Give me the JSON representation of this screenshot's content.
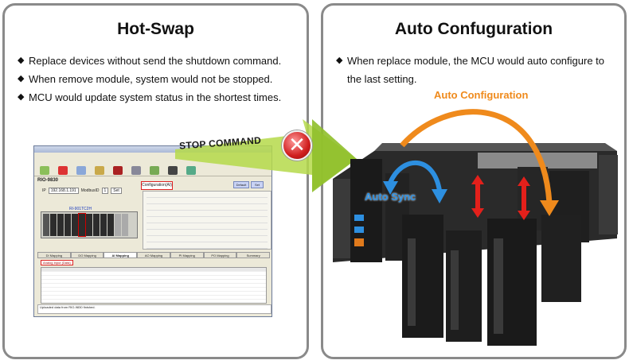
{
  "hotswap": {
    "title": "Hot-Swap",
    "bullets": [
      "Replace devices without send the shutdown command.",
      "When remove module, system would not be stopped.",
      "MCU would update system status in the shortest times."
    ]
  },
  "autoconfig": {
    "title": "Auto Confuguration",
    "bullets": [
      "When replace module, the MCU would auto configure to the last setting."
    ],
    "arc_label": "Auto Configuration",
    "sync_label": "Auto Sync"
  },
  "stop_command": "STOP COMMAND",
  "software": {
    "device": "RIO-9830",
    "ip_label": "IP",
    "ip_value": "192.168.1.191",
    "modbus_label": "ModbusID",
    "modbus_value": "1",
    "set_label": "Set",
    "module_label": "RI-901TC2H",
    "config_tab": "Configuration(AI)",
    "default_btn": "Default",
    "set_btn": "Set",
    "tabs": [
      "DI Mapping",
      "DO Mapping",
      "AI Mapping",
      "AO Mapping",
      "PI Mapping",
      "PO Mapping",
      "Summary"
    ],
    "active_tab": "AI Mapping",
    "analog_label": "Analog Input (Data)",
    "status": "Uploaded data from RIO-9830 finished."
  },
  "colors": {
    "orange": "#ef8a1c",
    "blue": "#2d8fe0",
    "red": "#e3201b",
    "green_arrow": "#b5d94a"
  }
}
